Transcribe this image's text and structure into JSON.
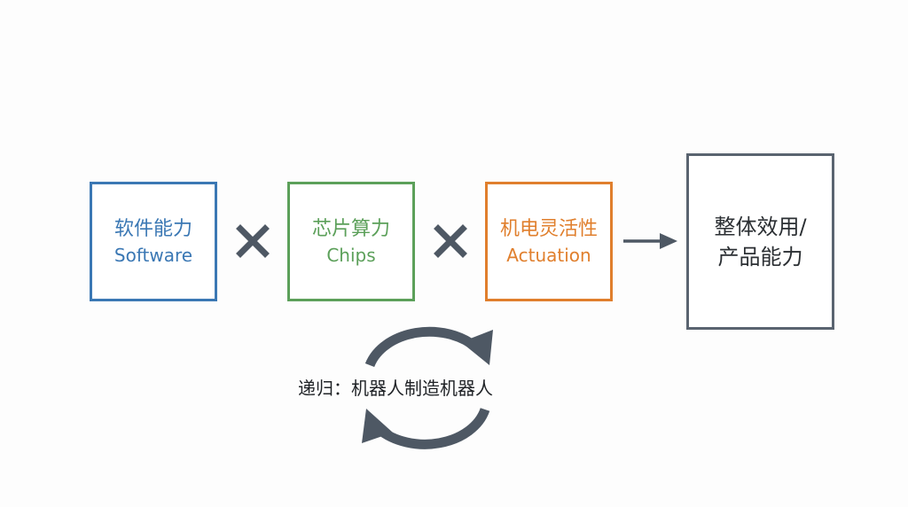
{
  "boxes": {
    "software": {
      "title_zh": "软件能力",
      "title_en": "Software",
      "color": "#3b78b4"
    },
    "chips": {
      "title_zh": "芯片算力",
      "title_en": "Chips",
      "color": "#5ca05a"
    },
    "actuation": {
      "title_zh": "机电灵活性",
      "title_en": "Actuation",
      "color": "#e07f2d"
    },
    "result": {
      "line1": "整体效用/",
      "line2": "产品能力",
      "color": "#5a6470"
    }
  },
  "operators": {
    "multiply_icon": "times-icon",
    "arrow_icon": "right-arrow-icon",
    "color": "#4e5864"
  },
  "recursion": {
    "label": "递归：机器人制造机器人",
    "icon": "cycle-arrows-icon",
    "color": "#4e5864"
  }
}
